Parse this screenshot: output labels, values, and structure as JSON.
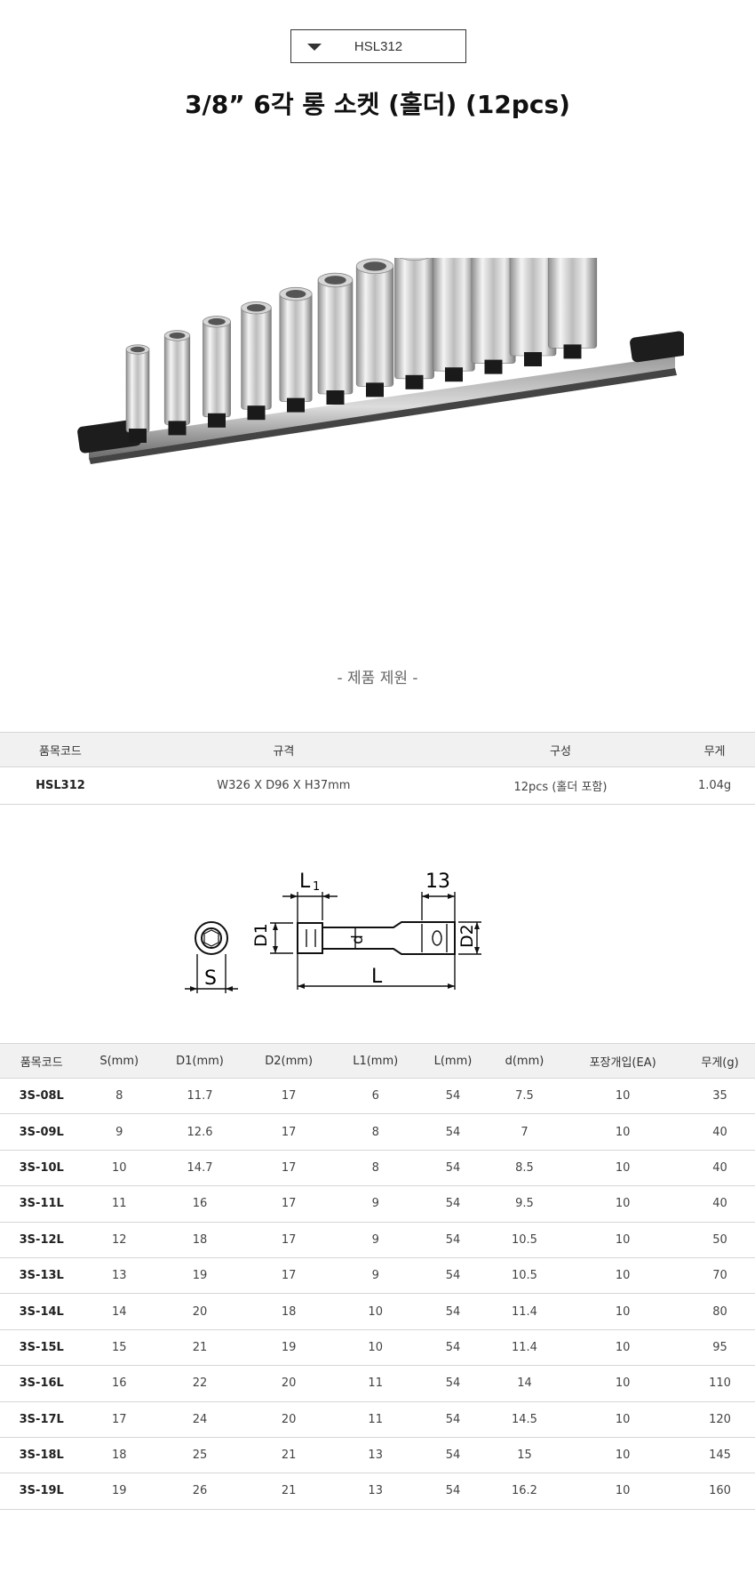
{
  "selector": {
    "value": "HSL312"
  },
  "title": "3/8” 6각 롱 소켓 (홀더) (12pcs)",
  "section_label": "- 제품 제원 -",
  "spec_table": {
    "headers": [
      "품목코드",
      "규격",
      "구성",
      "무게"
    ],
    "rows": [
      [
        "HSL312",
        "W326 X D96 X H37mm",
        "12pcs (홀더 포함)",
        "1.04g"
      ]
    ]
  },
  "diagram": {
    "labels": {
      "l1": "L",
      "l1_sub": "1",
      "thirteen": "13",
      "d1": "D1",
      "d_small": "d",
      "d2": "D2",
      "l": "L",
      "s": "S"
    }
  },
  "size_table": {
    "headers": [
      "품목코드",
      "S(mm)",
      "D1(mm)",
      "D2(mm)",
      "L1(mm)",
      "L(mm)",
      "d(mm)",
      "포장개입(EA)",
      "무게(g)"
    ],
    "rows": [
      [
        "3S-08L",
        "8",
        "11.7",
        "17",
        "6",
        "54",
        "7.5",
        "10",
        "35"
      ],
      [
        "3S-09L",
        "9",
        "12.6",
        "17",
        "8",
        "54",
        "7",
        "10",
        "40"
      ],
      [
        "3S-10L",
        "10",
        "14.7",
        "17",
        "8",
        "54",
        "8.5",
        "10",
        "40"
      ],
      [
        "3S-11L",
        "11",
        "16",
        "17",
        "9",
        "54",
        "9.5",
        "10",
        "40"
      ],
      [
        "3S-12L",
        "12",
        "18",
        "17",
        "9",
        "54",
        "10.5",
        "10",
        "50"
      ],
      [
        "3S-13L",
        "13",
        "19",
        "17",
        "9",
        "54",
        "10.5",
        "10",
        "70"
      ],
      [
        "3S-14L",
        "14",
        "20",
        "18",
        "10",
        "54",
        "11.4",
        "10",
        "80"
      ],
      [
        "3S-15L",
        "15",
        "21",
        "19",
        "10",
        "54",
        "11.4",
        "10",
        "95"
      ],
      [
        "3S-16L",
        "16",
        "22",
        "20",
        "11",
        "54",
        "14",
        "10",
        "110"
      ],
      [
        "3S-17L",
        "17",
        "24",
        "20",
        "11",
        "54",
        "14.5",
        "10",
        "120"
      ],
      [
        "3S-18L",
        "18",
        "25",
        "21",
        "13",
        "54",
        "15",
        "10",
        "145"
      ],
      [
        "3S-19L",
        "19",
        "26",
        "21",
        "13",
        "54",
        "16.2",
        "10",
        "160"
      ]
    ]
  }
}
